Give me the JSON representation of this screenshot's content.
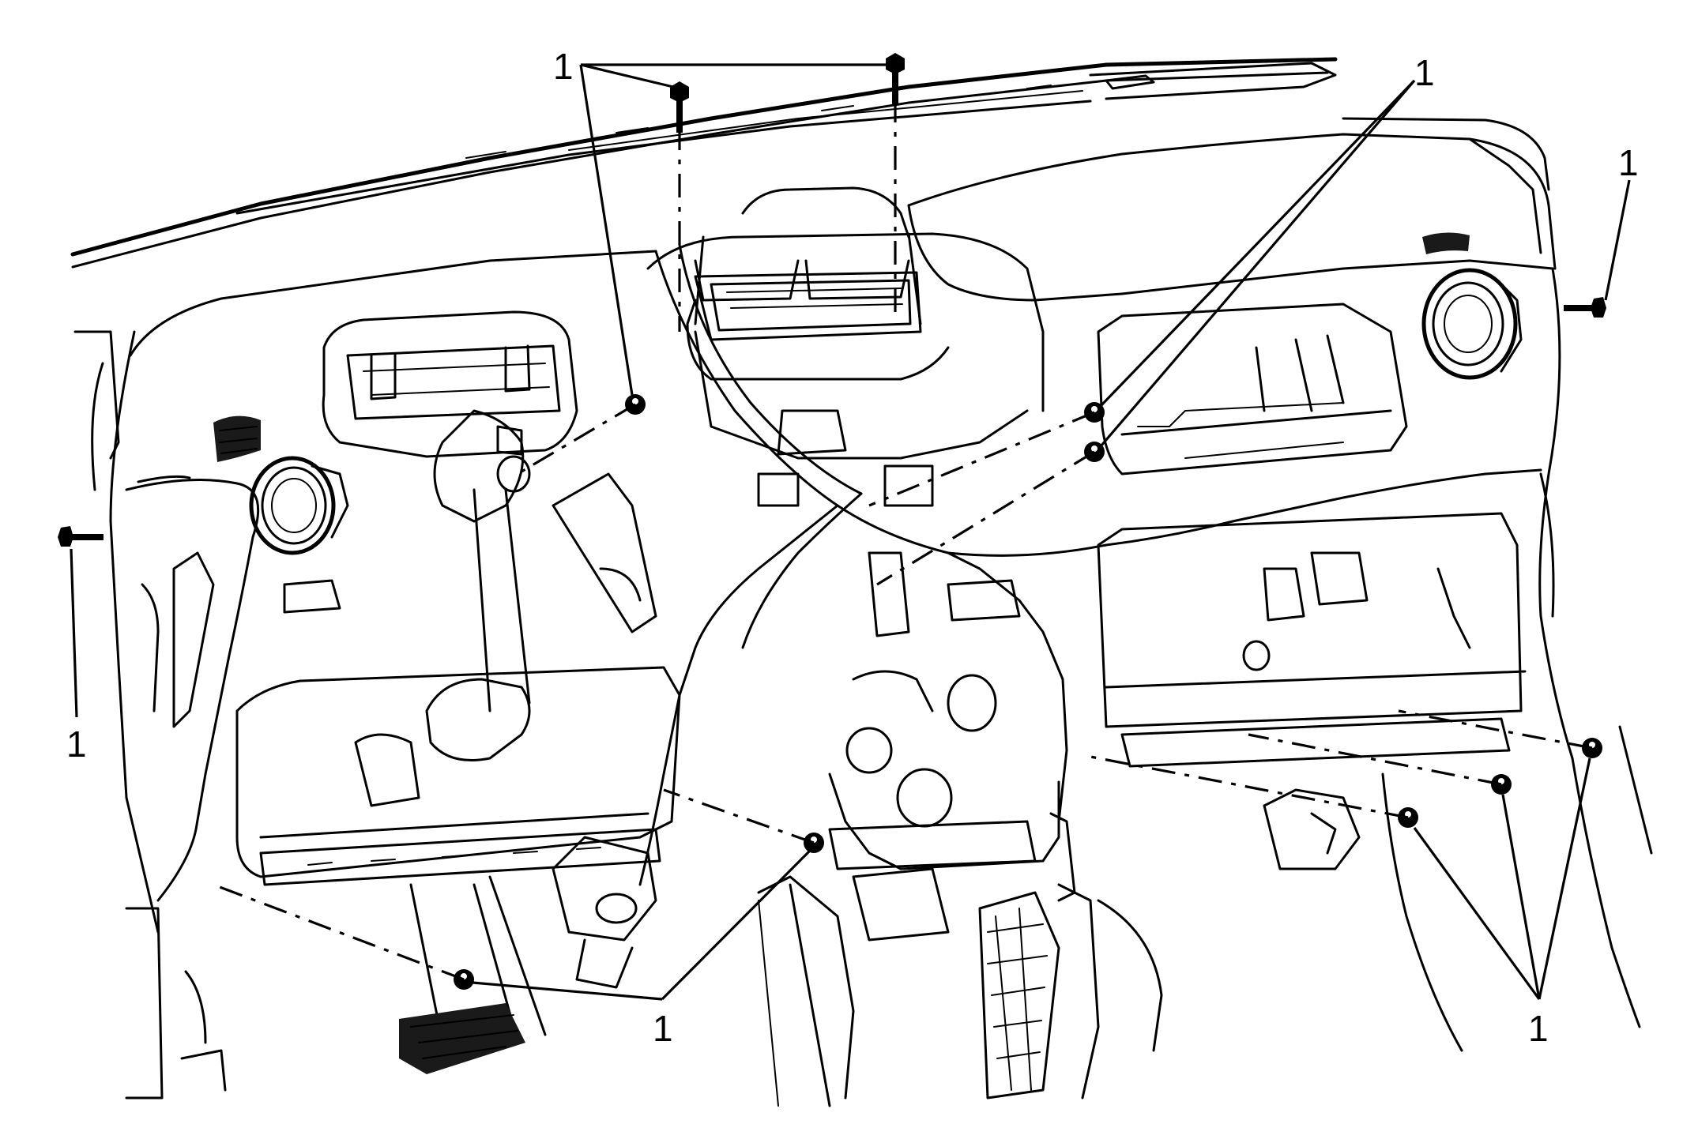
{
  "figure": {
    "stroke_color": "#000000",
    "background_color": "#ffffff"
  },
  "callouts": [
    {
      "id": "top-left",
      "text": "1"
    },
    {
      "id": "top-right",
      "text": "1"
    },
    {
      "id": "far-right",
      "text": "1"
    },
    {
      "id": "left",
      "text": "1"
    },
    {
      "id": "bottom-center",
      "text": "1"
    },
    {
      "id": "bottom-right",
      "text": "1"
    }
  ],
  "parts": {
    "fasteners": "fastener-icon",
    "pedal": "brake-pedal-icon",
    "vent": "air-vent-icon"
  }
}
